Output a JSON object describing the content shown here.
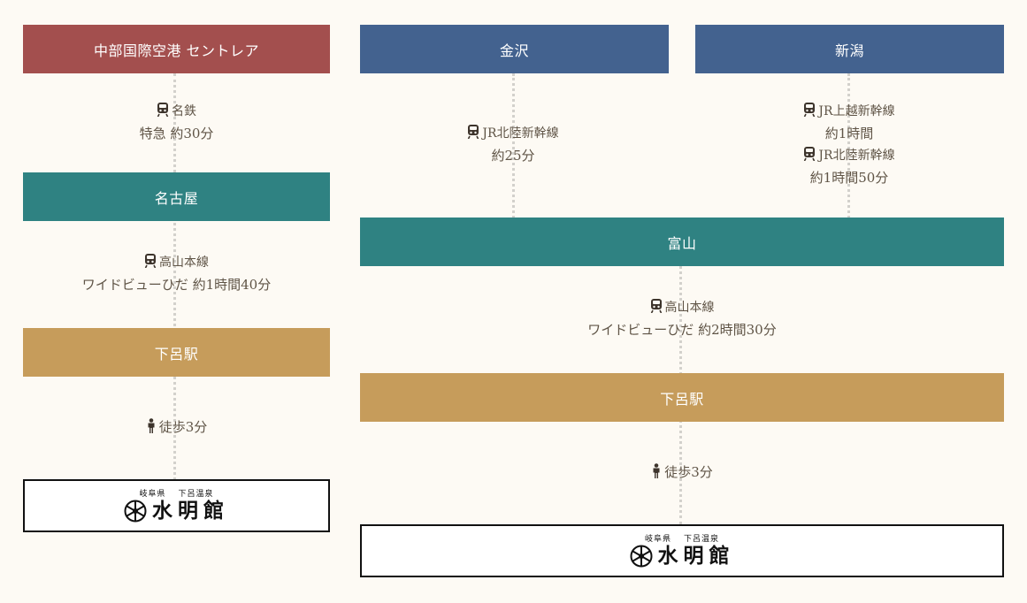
{
  "colors": {
    "chubu": "#a34f4e",
    "kanazawa": "#43628f",
    "niigata": "#43628f",
    "nagoya": "#2f8282",
    "toyama": "#2f8282",
    "gero": "#c69c5b",
    "text": "#5f5446",
    "dots": "#d3d1cc"
  },
  "left": {
    "start": "中部国際空港 セントレア",
    "seg1": {
      "line": "名鉄",
      "detail": "特急 約30分",
      "icon": "train-icon"
    },
    "nagoya": "名古屋",
    "seg2": {
      "line": "高山本線",
      "detail": "ワイドビューひだ 約1時間40分",
      "icon": "train-icon"
    },
    "gero": "下呂駅",
    "walk": {
      "text": "徒歩3分",
      "icon": "walking-person-icon"
    },
    "dest": {
      "pref": "岐阜県",
      "onsen": "下呂温泉",
      "name": "水明館"
    }
  },
  "right": {
    "kanazawa": "金沢",
    "niigata": "新潟",
    "seg_kanazawa": {
      "line": "JR北陸新幹線",
      "detail": "約25分",
      "icon": "train-icon"
    },
    "seg_niigata": {
      "line1": "JR上越新幹線",
      "detail1": "約1時間",
      "line2": "JR北陸新幹線",
      "detail2": "約1時間50分",
      "icon": "train-icon"
    },
    "toyama": "富山",
    "seg_toyama": {
      "line": "高山本線",
      "detail": "ワイドビューひだ 約2時間30分",
      "icon": "train-icon"
    },
    "gero": "下呂駅",
    "walk": {
      "text": "徒歩3分",
      "icon": "walking-person-icon"
    },
    "dest": {
      "pref": "岐阜県",
      "onsen": "下呂温泉",
      "name": "水明館"
    }
  }
}
